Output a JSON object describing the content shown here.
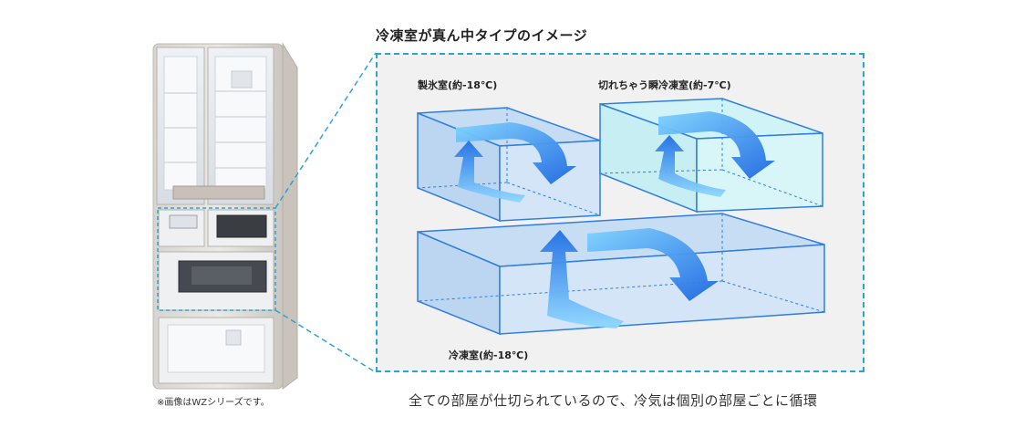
{
  "title": "冷凍室が真ん中タイプのイメージ",
  "rooms": {
    "ice": "製氷室(約-18℃)",
    "switch": "切れちゃう瞬冷凍室(約-7℃)",
    "freezer": "冷凍室(約-18℃)"
  },
  "fridge_note": "※画像はWZシリーズです。",
  "caption": "全ての部屋が仕切られているので、冷気は個別の部屋ごとに循環",
  "colors": {
    "callout_line": "#2aa4d3",
    "box_edge": "#2f7ee0",
    "box_fill": "#cfe3f6",
    "box_fill_light": "#cdf3f6",
    "arrow": "#1f74e6",
    "panel_bg": "#f1f1f1"
  }
}
